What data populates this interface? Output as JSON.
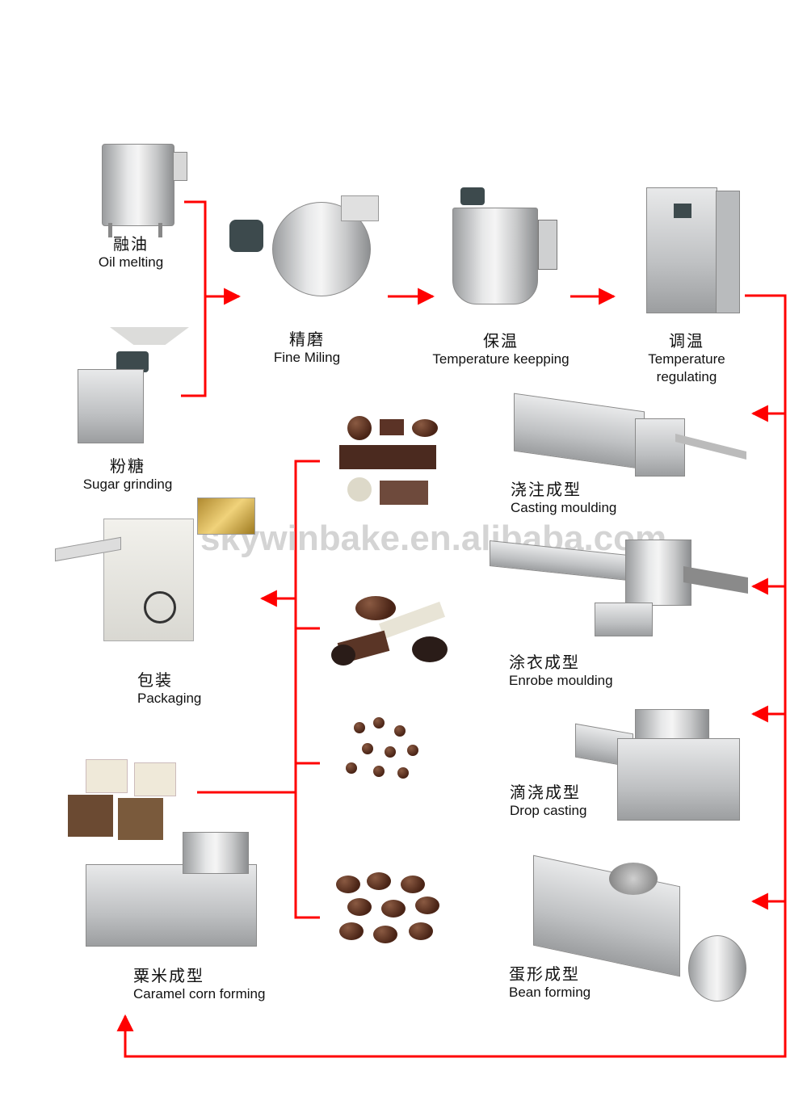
{
  "diagram": {
    "title": "Chocolate production line process flow",
    "watermark": "skywinbake.en.alibaba.com",
    "arrow_color": "#ff0000",
    "steps": {
      "oil_melting": {
        "zh": "融油",
        "en": "Oil melting"
      },
      "sugar_grinding": {
        "zh": "粉糖",
        "en": "Sugar grinding"
      },
      "fine_milling": {
        "zh": "精磨",
        "en": "Fine Miling"
      },
      "temperature_keeping": {
        "zh": "保温",
        "en": "Temperature keepping"
      },
      "temperature_regulating": {
        "zh": "调温",
        "en": "Temperature regulating"
      },
      "casting_moulding": {
        "zh": "浇注成型",
        "en": "Casting moulding"
      },
      "enrobe_moulding": {
        "zh": "涂衣成型",
        "en": "Enrobe moulding"
      },
      "drop_casting": {
        "zh": "滴浇成型",
        "en": "Drop casting"
      },
      "bean_forming": {
        "zh": "蛋形成型",
        "en": "Bean forming"
      },
      "packaging": {
        "zh": "包装",
        "en": "Packaging"
      },
      "caramel_corn_forming": {
        "zh": "粟米成型",
        "en": "Caramel corn forming"
      }
    },
    "products": [
      "assorted moulded chocolates",
      "enrobed wafers and biscuits",
      "chocolate drops",
      "chocolate beans"
    ],
    "flow": [
      "Oil melting + Sugar grinding -> Fine Miling",
      "Fine Miling -> Temperature keepping",
      "Temperature keepping -> Temperature regulating",
      "Temperature regulating -> Casting moulding, Enrobe moulding, Drop casting, Bean forming, Caramel corn forming",
      "Products + Caramel corn forming -> Packaging"
    ]
  }
}
